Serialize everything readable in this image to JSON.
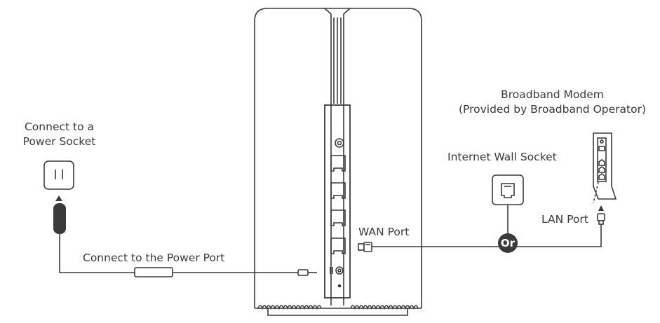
{
  "labels": {
    "power_socket_line1": "Connect to a",
    "power_socket_line2": "Power Socket",
    "power_port": "Connect to the Power Port",
    "wan_port": "WAN Port",
    "wall_socket": "Internet Wall Socket",
    "modem_line1": "Broadband Modem",
    "modem_line2": "(Provided by Broadband Operator)",
    "lan_port": "LAN Port",
    "or": "Or"
  },
  "colors": {
    "line": "#3a3a3a",
    "adapter": "#3a3a3a",
    "or_badge": "#3a3a3a",
    "background": "#ffffff"
  },
  "icons": {
    "socket": "power-outlet-icon",
    "adapter": "power-adapter-icon",
    "wall_socket": "ethernet-wall-socket-icon",
    "modem": "broadband-modem-icon"
  }
}
